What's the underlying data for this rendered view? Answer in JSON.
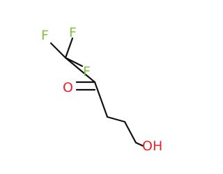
{
  "molecule": {
    "atoms": [
      {
        "id": "F1",
        "label": "F",
        "color": "#7fc241"
      },
      {
        "id": "F2",
        "label": "F",
        "color": "#7fc241"
      },
      {
        "id": "F3",
        "label": "F",
        "color": "#7fc241"
      },
      {
        "id": "O1",
        "label": "O",
        "color": "#e8232a"
      },
      {
        "id": "O2",
        "label": "OH",
        "color": "#e8232a"
      }
    ],
    "bond_color": "#111111",
    "carbonyl_bond": "double"
  }
}
